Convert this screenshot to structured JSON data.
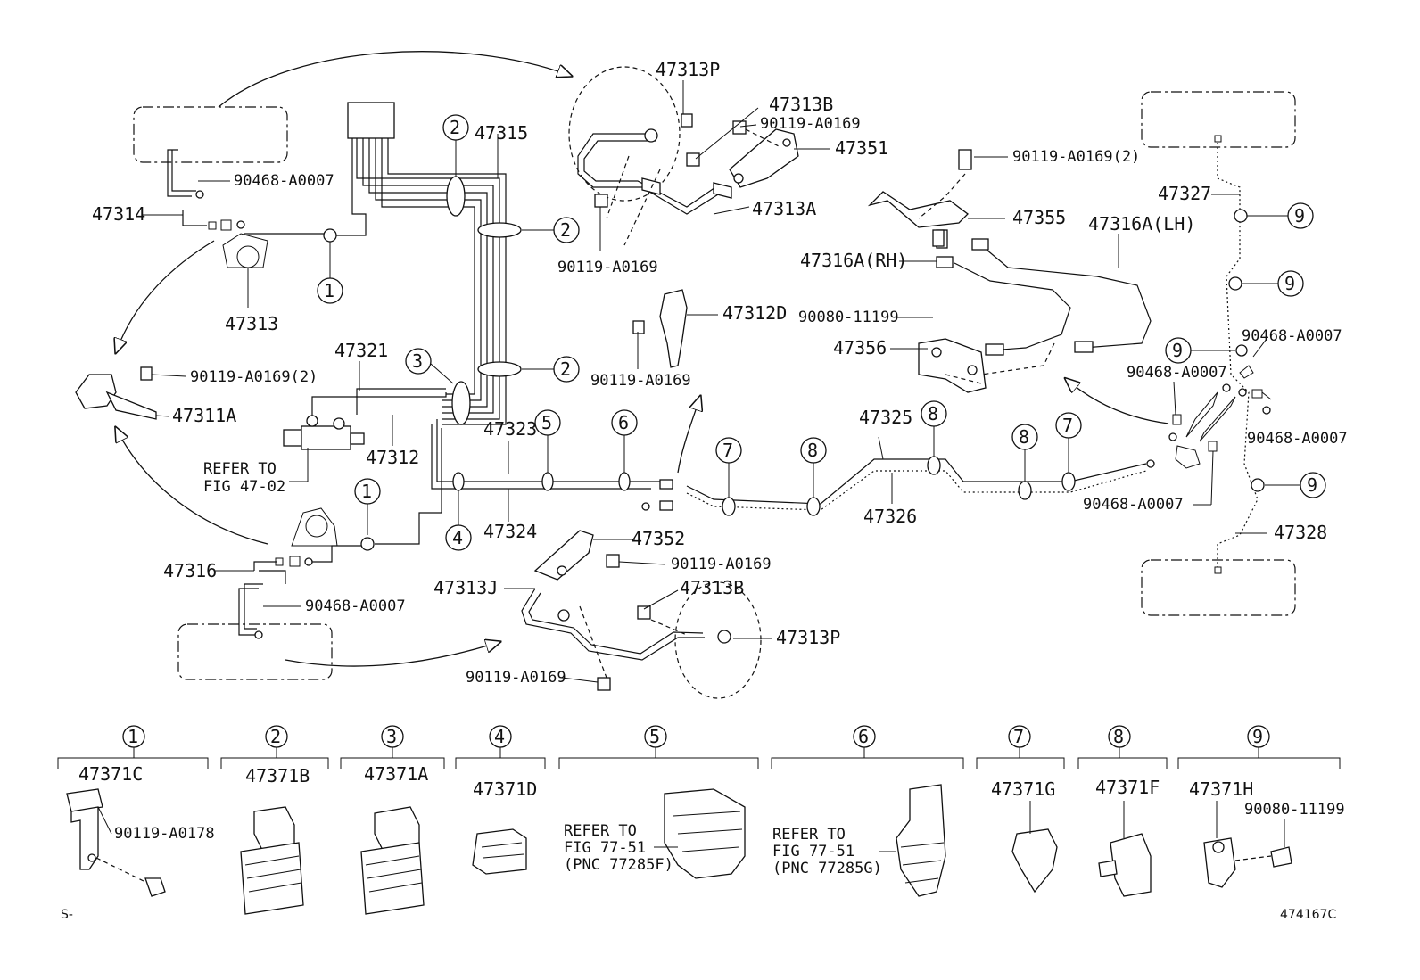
{
  "parts": {
    "p47313P_top": "47313P",
    "p47313B_top": "47313B",
    "p90119_top1": "90119-A0169",
    "p47351": "47351",
    "p47313A": "47313A",
    "p90119_top2": "90119-A0169",
    "p47315": "47315",
    "p90468_a": "90468-A0007",
    "p47314": "47314",
    "p47313": "47313",
    "p90119_2a": "90119-A0169(2)",
    "p47311A": "47311A",
    "p47321": "47321",
    "p47312": "47312",
    "p47323": "47323",
    "p47324": "47324",
    "p47312D": "47312D",
    "p90119_mid": "90119-A0169",
    "p90119_2b": "90119-A0169(2)",
    "p47355": "47355",
    "p47316ALH": "47316A(LH)",
    "p47316ARH": "47316A(RH)",
    "p90080_mid": "90080-11199",
    "p47356": "47356",
    "p47325": "47325",
    "p47326": "47326",
    "p47327": "47327",
    "p90468_b": "90468-A0007",
    "p90468_c": "90468-A0007",
    "p90468_d": "90468-A0007",
    "p90468_e": "90468-A0007",
    "p47328": "47328",
    "p47316": "47316",
    "p90468_f": "90468-A0007",
    "p47352": "47352",
    "p90119_low1": "90119-A0169",
    "p47313J": "47313J",
    "p47313B_low": "47313B",
    "p47313P_low": "47313P",
    "p90119_low2": "90119-A0169"
  },
  "refer": {
    "fig4702_l1": "REFER TO",
    "fig4702_l2": "FIG 47-02",
    "r5_l1": "REFER TO",
    "r5_l2": "FIG 77-51",
    "r5_l3": "(PNC 77285F)",
    "r6_l1": "REFER TO",
    "r6_l2": "FIG 77-51",
    "r6_l3": "(PNC 77285G)"
  },
  "callouts": {
    "c1": "1",
    "c2": "2",
    "c3": "3",
    "c4": "4",
    "c5": "5",
    "c6": "6",
    "c7": "7",
    "c8": "8",
    "c9": "9"
  },
  "legend": {
    "g1_part": "47371C",
    "g1_bolt": "90119-A0178",
    "g2_part": "47371B",
    "g3_part": "47371A",
    "g4_part": "47371D",
    "g7_part": "47371G",
    "g8_part": "47371F",
    "g9_part": "47371H",
    "g9_bolt": "90080-11199"
  },
  "footer": {
    "left": "S-",
    "right": "474167C"
  }
}
